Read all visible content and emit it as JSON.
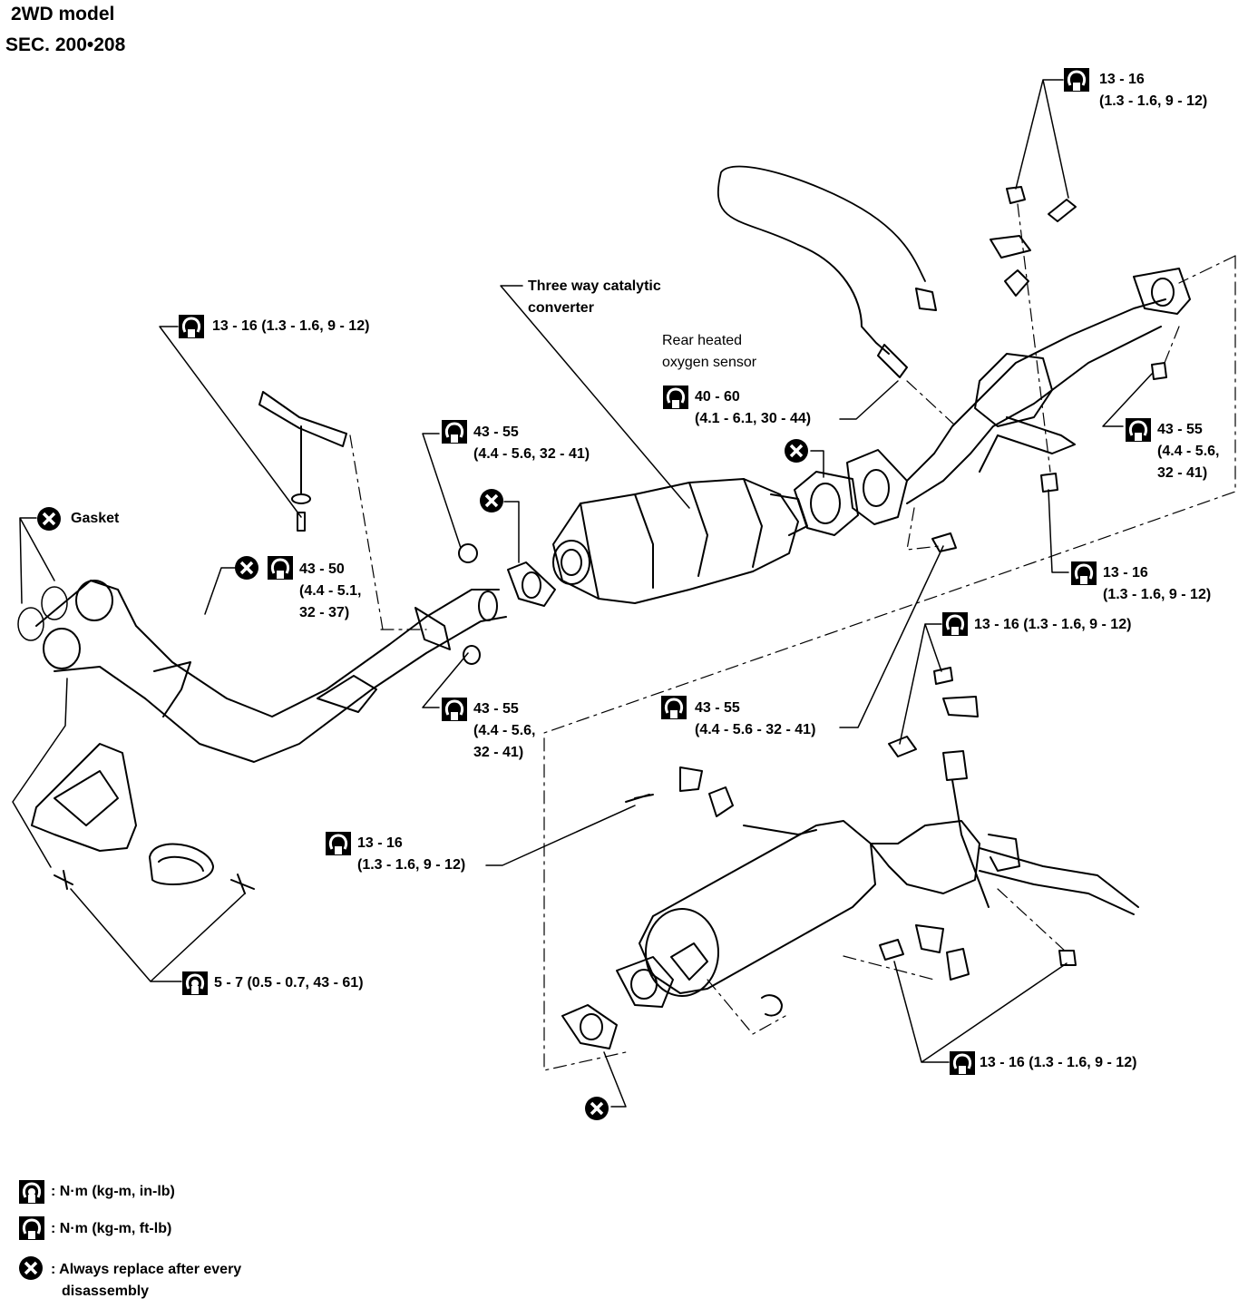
{
  "header": {
    "line1": "2WD model",
    "line2": "SEC. 200•208"
  },
  "callouts": {
    "gasket": "Gasket",
    "bracket_front": "13 - 16 (1.3 - 1.6, 9 - 12)",
    "manifold_nut": [
      "43 - 50",
      "(4.4 - 5.1,",
      "32 - 37)"
    ],
    "flange_upper": [
      "43 - 55",
      "(4.4 - 5.6, 32 - 41)"
    ],
    "flange_lower": [
      "43 - 55",
      "(4.4 - 5.6,",
      "32 - 41)"
    ],
    "catalytic_label": [
      "Three way catalytic",
      "converter"
    ],
    "sensor_label": [
      "Rear heated",
      "oxygen sensor"
    ],
    "sensor_torque": [
      "40 - 60",
      "(4.1 - 6.1, 30 - 44)"
    ],
    "top_right": [
      "13 - 16",
      "(1.3 - 1.6, 9 - 12)"
    ],
    "right_flange": [
      "43 - 55",
      "(4.4 - 5.6,",
      "32 - 41)"
    ],
    "right_mount": [
      "13 - 16",
      "(1.3 - 1.6, 9 - 12)"
    ],
    "mid_flange": [
      "43 - 55",
      "(4.4 - 5.6 - 32 - 41)"
    ],
    "hanger_bracket": "13 - 16 (1.3 - 1.6, 9 - 12)",
    "muffler_bolt": [
      "13 - 16",
      "(1.3 - 1.6, 9 - 12)"
    ],
    "heat_shield": "5 - 7 (0.5 - 0.7, 43 - 61)",
    "rear_hanger": "13 - 16 (1.3 - 1.6, 9 - 12)"
  },
  "legend": {
    "inlb": ": N·m (kg-m, in-lb)",
    "ftlb": ": N·m (kg-m, ft-lb)",
    "replace": [
      ": Always replace after every",
      "disassembly"
    ]
  },
  "icons": [
    "torque-wrench-icon",
    "replace-x-icon"
  ]
}
